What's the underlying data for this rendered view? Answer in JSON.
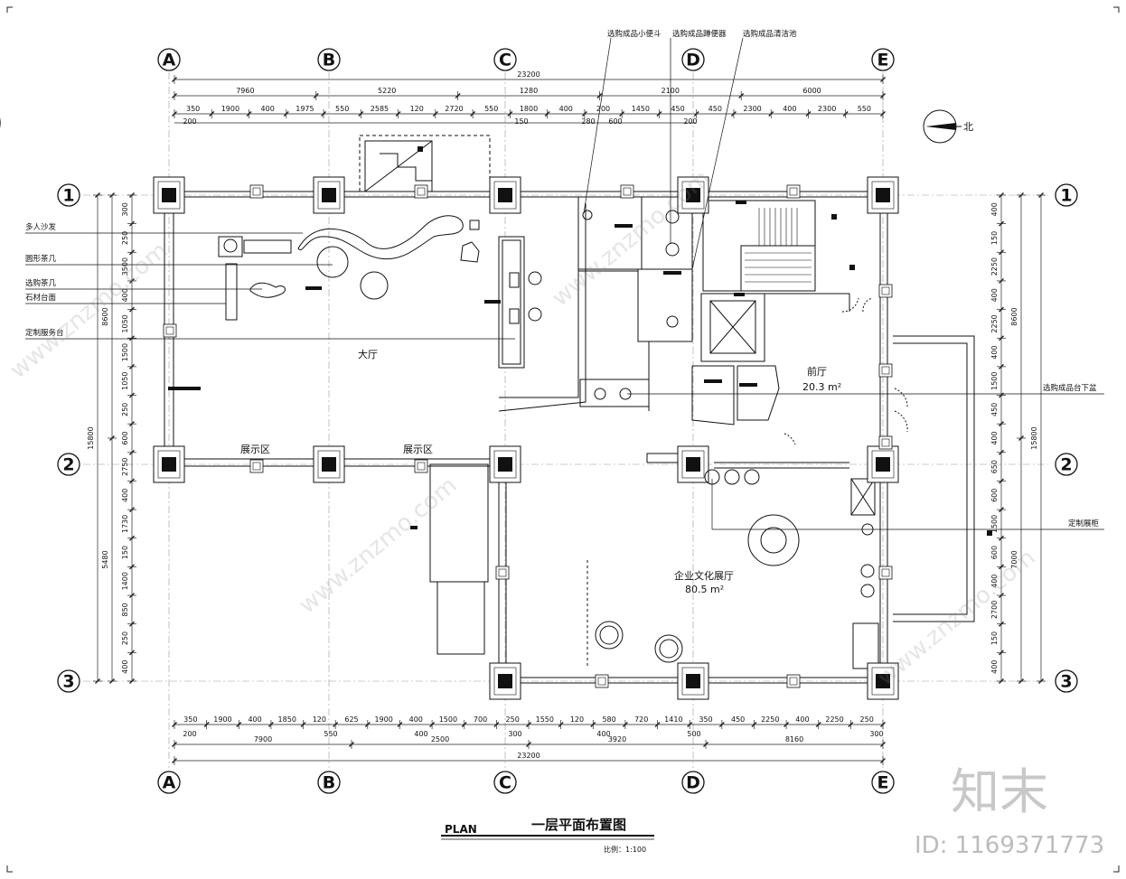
{
  "axes": {
    "columns": [
      "A",
      "B",
      "C",
      "D",
      "E"
    ],
    "rows": [
      "1",
      "2",
      "3"
    ]
  },
  "dims": {
    "top_total": "23200",
    "top_row1": [
      "7960",
      "5220",
      "1280",
      "2100",
      "6000"
    ],
    "top_row2": [
      "350",
      "1900",
      "400",
      "1975",
      "550",
      "2585",
      "120",
      "2720",
      "550",
      "1800",
      "400",
      "200",
      "1450",
      "450",
      "450",
      "2300",
      "400",
      "2300",
      "550"
    ],
    "top_row3": [
      "200",
      "150",
      "280",
      "600",
      "200"
    ],
    "bottom_row1": [
      "350",
      "1900",
      "400",
      "1850",
      "120",
      "625",
      "1900",
      "400",
      "1500",
      "700",
      "250",
      "1550",
      "120",
      "580",
      "720",
      "1410",
      "350",
      "450",
      "2250",
      "400",
      "2250",
      "250"
    ],
    "bottom_row2": [
      "200",
      "550",
      "400",
      "300",
      "400",
      "500",
      "300"
    ],
    "bottom_row3": [
      "7900",
      "2500",
      "3920",
      "8160"
    ],
    "bottom_total": "23200",
    "left_outer": [
      "8600",
      "15800",
      "5480"
    ],
    "left_inner": [
      "300",
      "250",
      "3500",
      "400",
      "1050",
      "1500",
      "1050",
      "250",
      "600",
      "2750",
      "400",
      "1730",
      "150",
      "1400",
      "850",
      "250",
      "400"
    ],
    "right_inner": [
      "400",
      "150",
      "2250",
      "400",
      "2250",
      "400",
      "1500",
      "450",
      "400",
      "650",
      "600",
      "1500",
      "600",
      "400",
      "2700",
      "150",
      "400"
    ],
    "right_outer": [
      "8600",
      "15800",
      "7000"
    ]
  },
  "rooms": {
    "lobby": "大厅",
    "front_hall": "前厅",
    "front_hall_area": "20.3 m²",
    "display_1": "展示区",
    "display_2": "展示区",
    "exhibition": "企业文化展厅",
    "exhibition_area": "80.5 m²"
  },
  "callouts": {
    "left": [
      "多人沙发",
      "圆形茶几",
      "选购茶几",
      "石材台面",
      "定制服务台"
    ],
    "top": [
      "选购成品小便斗",
      "选购成品蹲便器",
      "选购成品清洁池"
    ],
    "right": [
      "选购成品台下盆",
      "定制展柜"
    ]
  },
  "title": {
    "plan": "PLAN",
    "name": "一层平面布置图",
    "scale": "比例：1:100"
  },
  "compass_label": "北",
  "watermark": {
    "logo": "知末",
    "id": "ID: 1169371773",
    "site": "www.znzmo.com"
  }
}
